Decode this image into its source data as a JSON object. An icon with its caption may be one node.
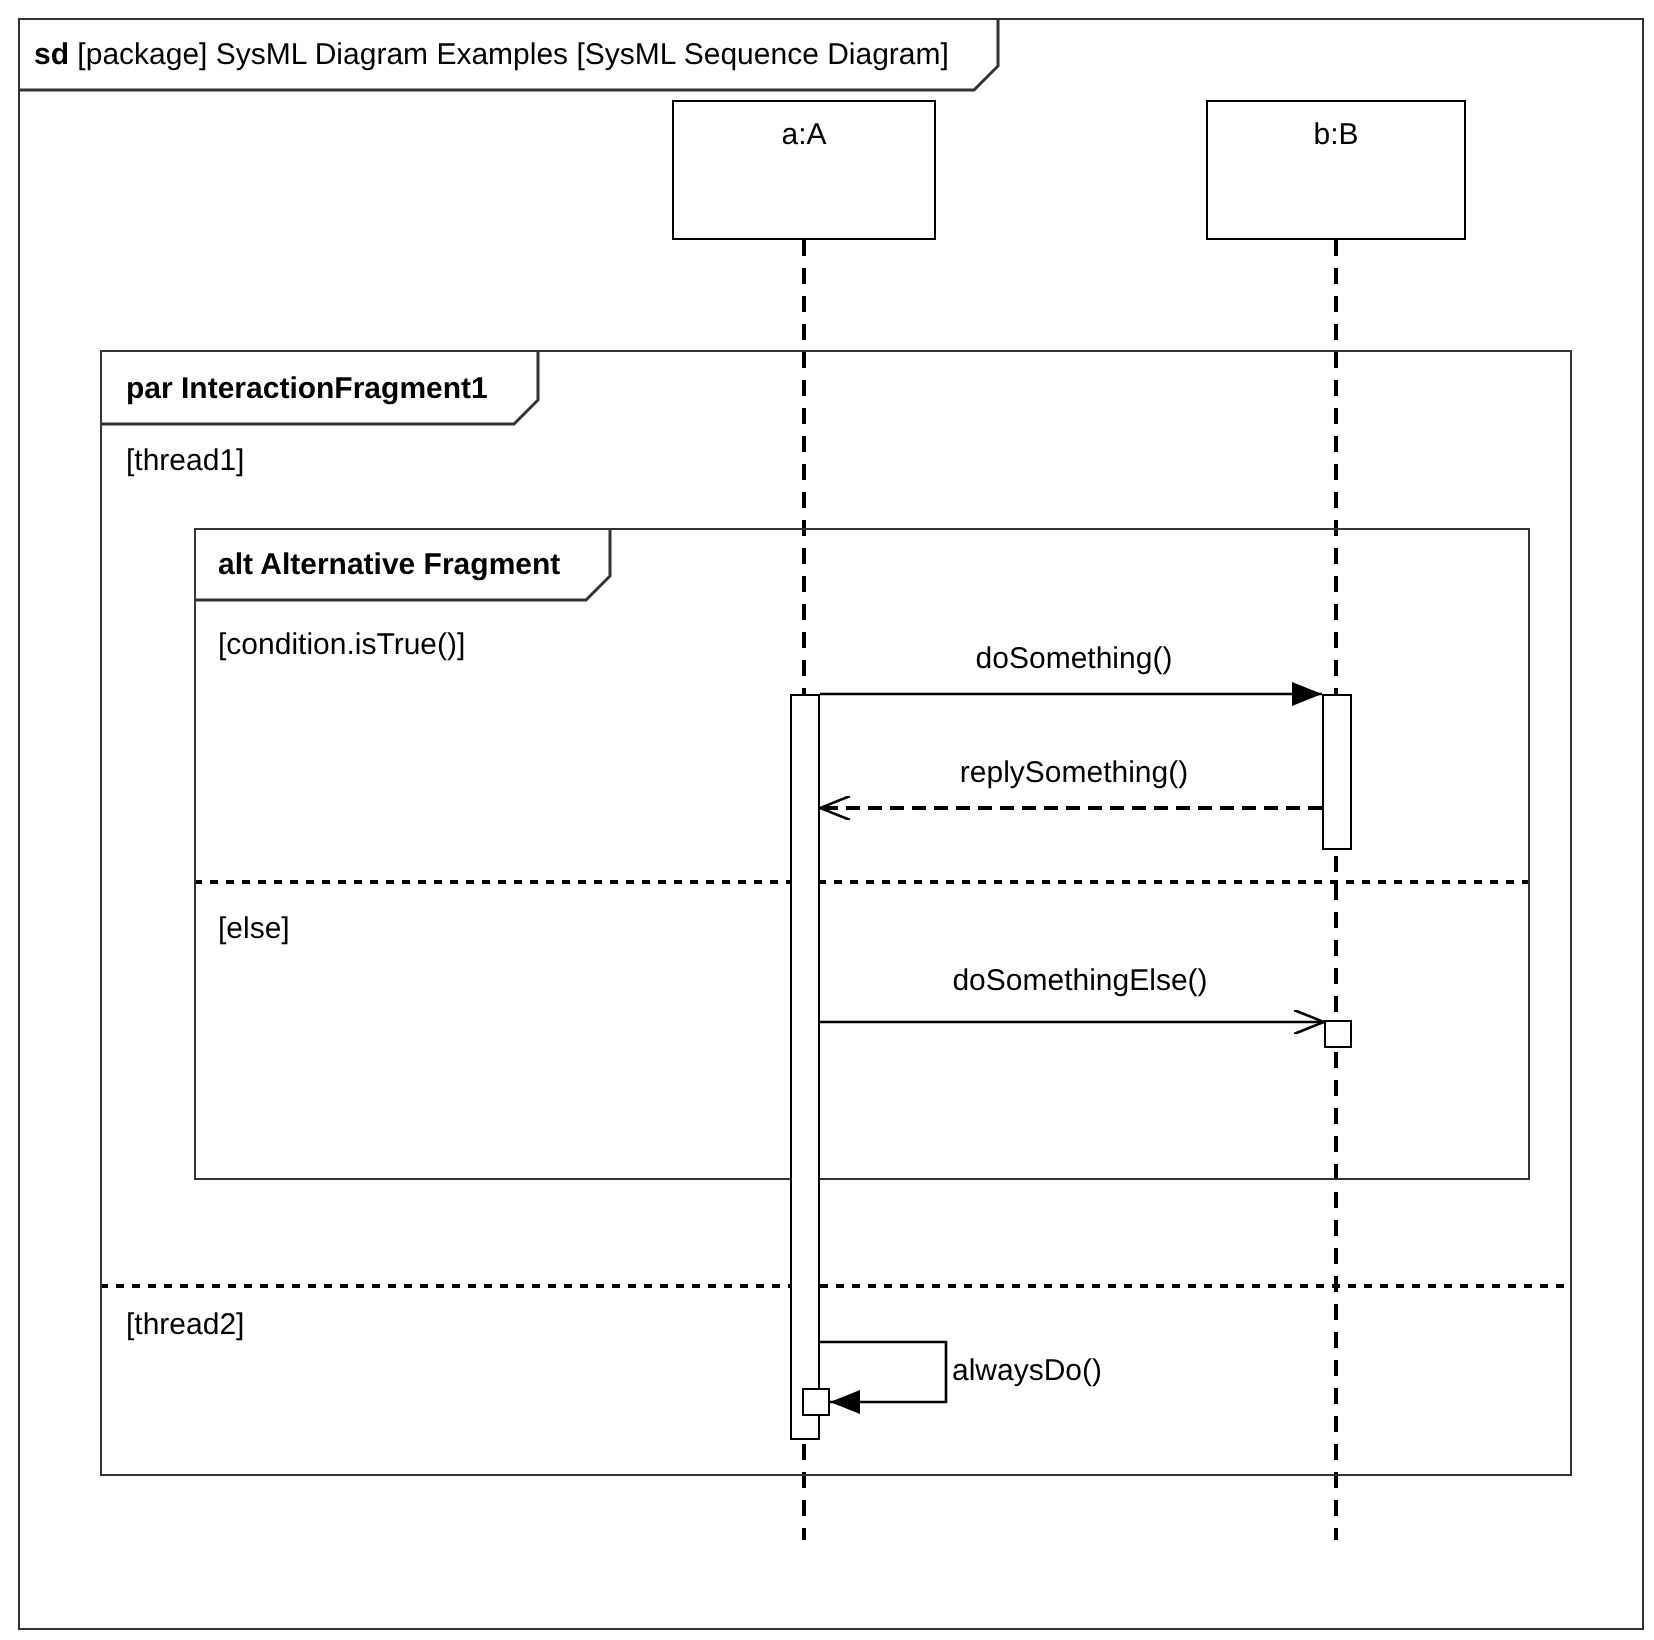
{
  "diagram": {
    "nodes": [
      {
        "text": [
          "**sd** [package] SysML Diagram Examples [SysML Sequence Diagram]"
        ]
      },
      {
        "text": [
          "a:A"
        ],
        "in": 0
      },
      {
        "text": [
          "b:B"
        ],
        "in": 0
      },
      {
        "text": [
          "par InteractionFragment1",
          "[thread1]",
          "[thread2]"
        ],
        "in": 0
      },
      {
        "text": [
          "alt Alternative Fragment",
          "[condition.isTrue()]",
          "[else]"
        ],
        "in": 3
      },
      {
        "text": [],
        "shape": "bar",
        "in": 3
      },
      {
        "text": [],
        "shape": "bar",
        "in": 4
      },
      {
        "text": [],
        "shape": "box",
        "in": 4
      },
      {
        "text": [],
        "shape": "box",
        "in": 3
      }
    ],
    "edges": [
      {
        "from": 5,
        "to": 6,
        "arrow": "to",
        "label": "doSomething()"
      },
      {
        "from": 6,
        "to": 5,
        "arrow": "to",
        "label": "replySomething()",
        "style": "dashed"
      },
      {
        "from": 5,
        "to": 7,
        "arrow": "to",
        "label": "doSomethingElse()"
      },
      {
        "from": 5,
        "to": 8,
        "arrow": "to",
        "label": "alwaysDo()"
      }
    ]
  }
}
